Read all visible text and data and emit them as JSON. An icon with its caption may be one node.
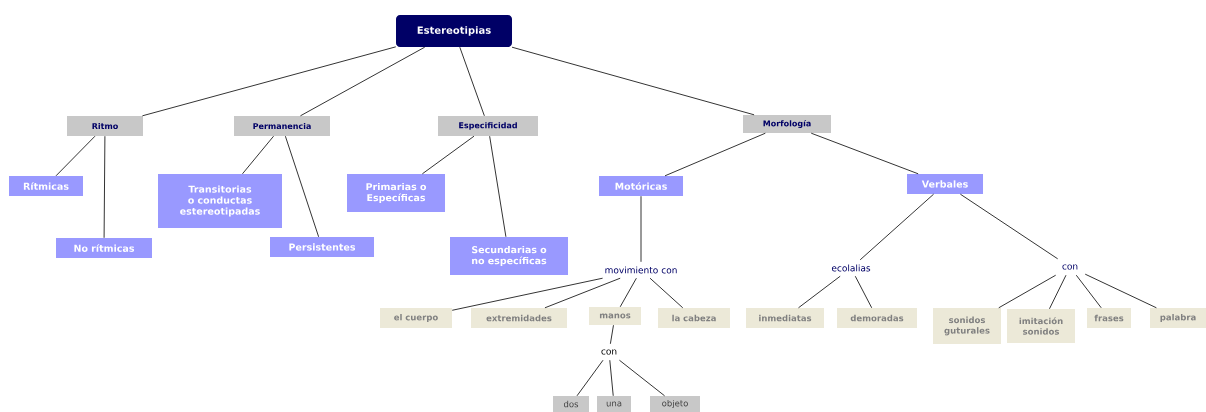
{
  "diagram": {
    "nodes": [
      {
        "text": [
          "Estereotipias"
        ]
      },
      {
        "text": [
          "Ritmo"
        ]
      },
      {
        "text": [
          "Permanencia"
        ]
      },
      {
        "text": [
          "Especificidad"
        ]
      },
      {
        "text": [
          "Morfología"
        ]
      },
      {
        "text": [
          "Rítmicas"
        ]
      },
      {
        "text": [
          "No rítmicas"
        ]
      },
      {
        "text": [
          "Transitorias o conductas estereotipadas"
        ]
      },
      {
        "text": [
          "Persistentes"
        ]
      },
      {
        "text": [
          "Primarias o Específicas"
        ]
      },
      {
        "text": [
          "Secundarias o no específicas"
        ]
      },
      {
        "text": [
          "Motóricas"
        ]
      },
      {
        "text": [
          "Verbales"
        ]
      },
      {
        "text": [
          "movimiento con"
        ]
      },
      {
        "text": [
          "ecolalias"
        ]
      },
      {
        "text": [
          "con"
        ]
      },
      {
        "text": [
          "el cuerpo"
        ]
      },
      {
        "text": [
          "extremidades"
        ]
      },
      {
        "text": [
          "manos"
        ]
      },
      {
        "text": [
          "la cabeza"
        ]
      },
      {
        "text": [
          "inmediatas"
        ]
      },
      {
        "text": [
          "demoradas"
        ]
      },
      {
        "text": [
          "sonidos guturales"
        ]
      },
      {
        "text": [
          "imitación sonidos"
        ]
      },
      {
        "text": [
          "frases"
        ]
      },
      {
        "text": [
          "palabra"
        ]
      },
      {
        "text": [
          "con"
        ]
      },
      {
        "text": [
          "dos"
        ]
      },
      {
        "text": [
          "una"
        ]
      },
      {
        "text": [
          "objeto"
        ]
      }
    ],
    "edges": [
      {
        "from": 0,
        "to": 1,
        "arrow": "none"
      },
      {
        "from": 0,
        "to": 2,
        "arrow": "none"
      },
      {
        "from": 0,
        "to": 3,
        "arrow": "none"
      },
      {
        "from": 0,
        "to": 4,
        "arrow": "none"
      },
      {
        "from": 1,
        "to": 5,
        "arrow": "none"
      },
      {
        "from": 1,
        "to": 6,
        "arrow": "none"
      },
      {
        "from": 2,
        "to": 7,
        "arrow": "none"
      },
      {
        "from": 2,
        "to": 8,
        "arrow": "none"
      },
      {
        "from": 3,
        "to": 9,
        "arrow": "none"
      },
      {
        "from": 3,
        "to": 10,
        "arrow": "none"
      },
      {
        "from": 4,
        "to": 11,
        "arrow": "none"
      },
      {
        "from": 4,
        "to": 12,
        "arrow": "none"
      },
      {
        "from": 11,
        "to": 13,
        "arrow": "none"
      },
      {
        "from": 12,
        "to": 14,
        "arrow": "none"
      },
      {
        "from": 12,
        "to": 15,
        "arrow": "none"
      },
      {
        "from": 13,
        "to": 16,
        "arrow": "none"
      },
      {
        "from": 13,
        "to": 17,
        "arrow": "none"
      },
      {
        "from": 13,
        "to": 18,
        "arrow": "none"
      },
      {
        "from": 13,
        "to": 19,
        "arrow": "none"
      },
      {
        "from": 14,
        "to": 20,
        "arrow": "none"
      },
      {
        "from": 14,
        "to": 21,
        "arrow": "none"
      },
      {
        "from": 15,
        "to": 22,
        "arrow": "none"
      },
      {
        "from": 15,
        "to": 23,
        "arrow": "none"
      },
      {
        "from": 15,
        "to": 24,
        "arrow": "none"
      },
      {
        "from": 15,
        "to": 25,
        "arrow": "none"
      },
      {
        "from": 18,
        "to": 26,
        "arrow": "none"
      },
      {
        "from": 26,
        "to": 27,
        "arrow": "none"
      },
      {
        "from": 26,
        "to": 28,
        "arrow": "none"
      },
      {
        "from": 26,
        "to": 29,
        "arrow": "none"
      }
    ]
  }
}
